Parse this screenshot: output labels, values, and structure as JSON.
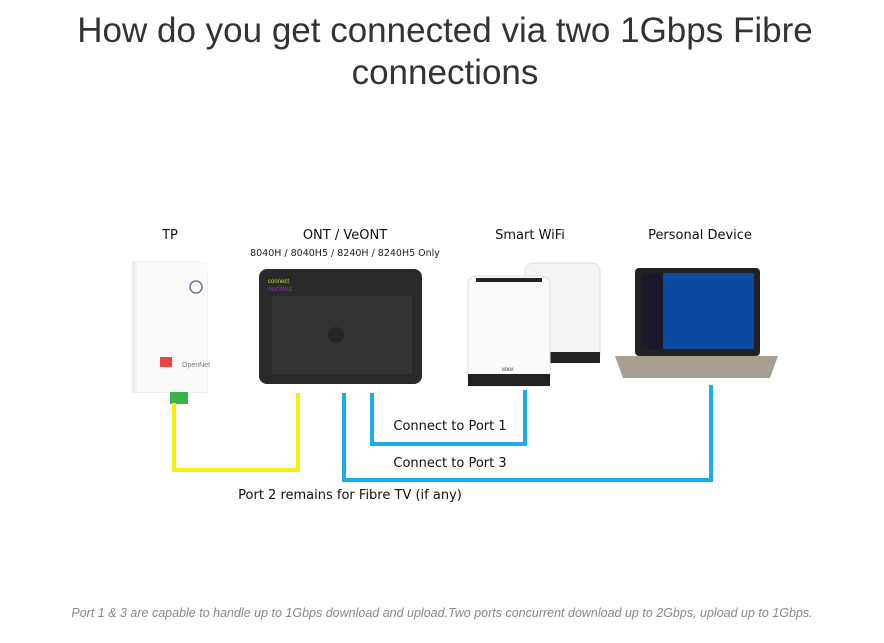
{
  "title": "How do you get connected via two 1Gbps Fibre connections",
  "devices": {
    "tp": "TP",
    "ont": "ONT / VeONT",
    "ont_models": "8040H / 8040H5 / 8240H / 8240H5 Only",
    "wifi": "Smart WiFi",
    "pd": "Personal Device"
  },
  "connections": {
    "port1": "Connect to Port 1",
    "port3": "Connect to Port 3",
    "port2": "Port 2 remains for Fibre TV (if any)"
  },
  "colors": {
    "yellow": "#f5ef00",
    "blue": "#18ade8"
  },
  "footnote": "Port 1 & 3 are capable to handle up to 1Gbps download and upload.Two ports concurrent download up to 2Gbps, upload up to 1Gbps."
}
